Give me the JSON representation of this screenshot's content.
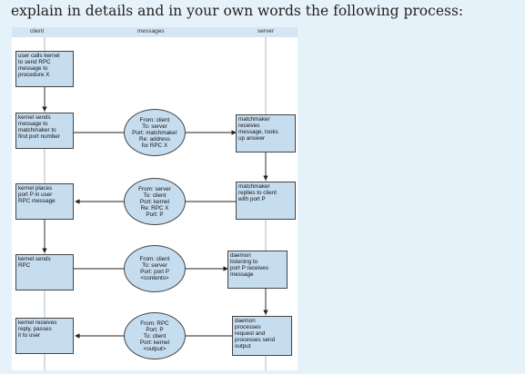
{
  "question": "explain in details and in your own words the following process:",
  "columns": {
    "client": "client",
    "messages": "messages",
    "server": "server"
  },
  "client_steps": [
    "user calls kernel\nto send RPC\nmessage to\nprocedure X",
    "kernel sends\nmessage to\nmatchmaker to\nfind port number",
    "kernel places\nport P in user\nRPC message",
    "kernel sends\nRPC",
    "kernel receives\nreply, passes\nit to user"
  ],
  "messages": [
    "From: client\nTo: server\nPort: matchmaker\nRe: address\nfor RPC X",
    "From: server\nTo: client\nPort: kernel\nRe: RPC X\nPort: P",
    "From: client\nTo: server\nPort: port P\n<contents>",
    "From: RPC\nPort: P\nTo: client\nPort: kernel\n<output>"
  ],
  "server_steps": [
    "matchmaker\nreceives\nmessage, looks\nup answer",
    "matchmaker\nreplies to client\nwith port P",
    "daemon\nlistening to\nport P receives\nmessage",
    "daemon\nprocesses\nrequest and\nprocesses send\noutput"
  ]
}
